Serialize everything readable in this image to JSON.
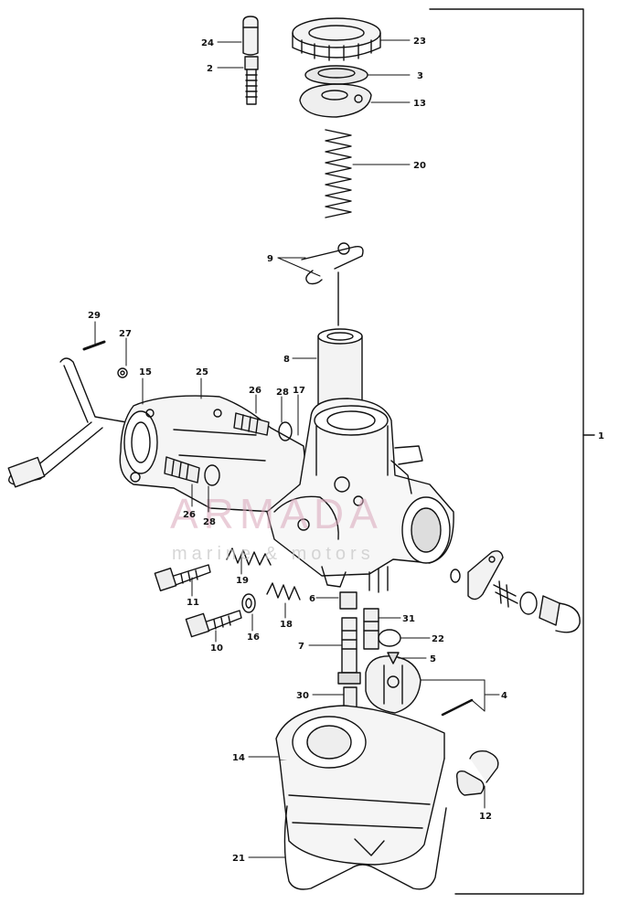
{
  "watermark": {
    "brand": "ARMADA",
    "tagline": "marine & motors"
  },
  "callouts": [
    {
      "id": "c24",
      "label": "24"
    },
    {
      "id": "c2",
      "label": "2"
    },
    {
      "id": "c23",
      "label": "23"
    },
    {
      "id": "c3",
      "label": "3"
    },
    {
      "id": "c13",
      "label": "13"
    },
    {
      "id": "c20",
      "label": "20"
    },
    {
      "id": "c9",
      "label": "9"
    },
    {
      "id": "c29",
      "label": "29"
    },
    {
      "id": "c27",
      "label": "27"
    },
    {
      "id": "c15",
      "label": "15"
    },
    {
      "id": "c25",
      "label": "25"
    },
    {
      "id": "c8",
      "label": "8"
    },
    {
      "id": "c26a",
      "label": "26"
    },
    {
      "id": "c28a",
      "label": "28"
    },
    {
      "id": "c17",
      "label": "17"
    },
    {
      "id": "c1",
      "label": "1"
    },
    {
      "id": "c26b",
      "label": "26"
    },
    {
      "id": "c28b",
      "label": "28"
    },
    {
      "id": "c19",
      "label": "19"
    },
    {
      "id": "c11",
      "label": "11"
    },
    {
      "id": "c6",
      "label": "6"
    },
    {
      "id": "c18",
      "label": "18"
    },
    {
      "id": "c16",
      "label": "16"
    },
    {
      "id": "c10",
      "label": "10"
    },
    {
      "id": "c31",
      "label": "31"
    },
    {
      "id": "c22",
      "label": "22"
    },
    {
      "id": "c7",
      "label": "7"
    },
    {
      "id": "c5",
      "label": "5"
    },
    {
      "id": "c30",
      "label": "30"
    },
    {
      "id": "c4",
      "label": "4"
    },
    {
      "id": "c14",
      "label": "14"
    },
    {
      "id": "c12",
      "label": "12"
    },
    {
      "id": "c21",
      "label": "21"
    }
  ]
}
